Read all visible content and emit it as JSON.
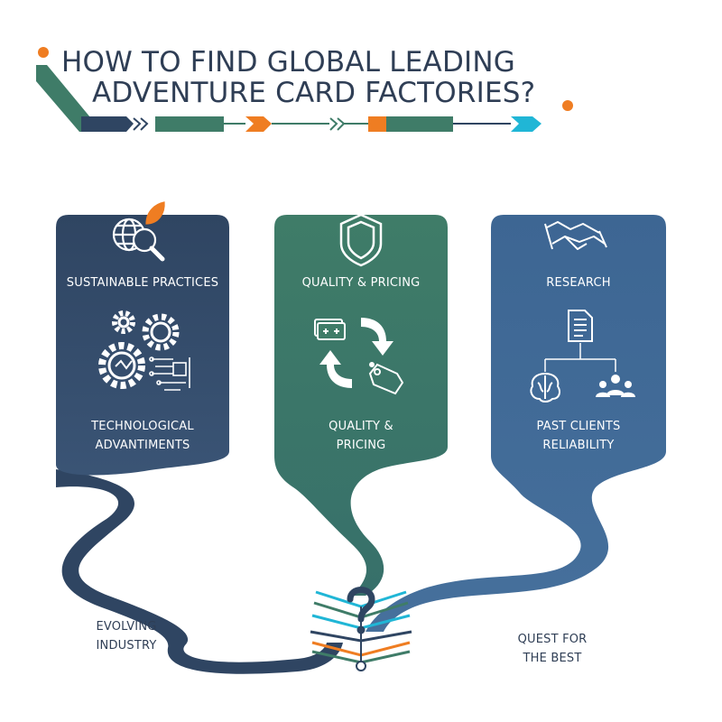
{
  "title": {
    "line1": "HOW TO FIND GLOBAL LEADING",
    "line2": "ADVENTURE CARD FACTORIES?"
  },
  "panels": [
    {
      "id": "left",
      "top_label": "SUSTAINABLE PRACTICES",
      "bottom_label_line1": "TECHNOLOGICAL",
      "bottom_label_line2": "ADVANTIMENTS",
      "path_label_line1": "EVOLVING",
      "path_label_line2": "INDUSTRY",
      "icons": [
        "globe-search-icon",
        "leaf-icon",
        "gears-icon",
        "circuit-chip-icon"
      ]
    },
    {
      "id": "middle",
      "top_label": "QUALITY & PRICING",
      "bottom_label_line1": "QUALITY &",
      "bottom_label_line2": "PRICING",
      "icons": [
        "shield-icon",
        "cash-icon",
        "cycle-arrows-icon",
        "price-tag-icon"
      ]
    },
    {
      "id": "right",
      "top_label": "RESEARCH",
      "bottom_label_line1": "PAST CLIENTS",
      "bottom_label_line2": "RELIABILITY",
      "path_label_line1": "QUEST FOR",
      "path_label_line2": "THE BEST",
      "icons": [
        "handshake-icon",
        "document-icon",
        "brain-icon",
        "team-icon"
      ]
    }
  ],
  "center_icon": "open-book-question-icon",
  "colors": {
    "navy": "#2f4562",
    "green": "#3f7c68",
    "blue": "#3d6693",
    "orange": "#ef7d22",
    "cyan": "#20b6d6",
    "ink": "#2f3e55"
  }
}
